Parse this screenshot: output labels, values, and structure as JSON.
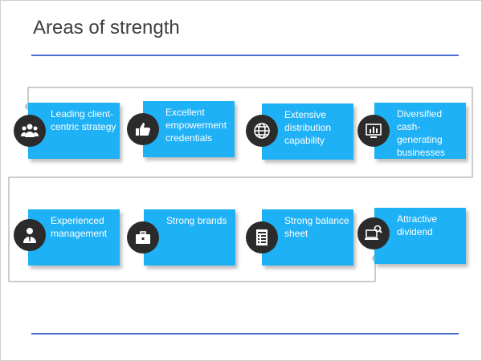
{
  "slide": {
    "title": "Areas of strength",
    "items": [
      {
        "label": "Leading client-centric strategy",
        "icon": "people-icon"
      },
      {
        "label": "Excellent empowerment credentials",
        "icon": "thumbs-up-icon"
      },
      {
        "label": "Extensive distribution capability",
        "icon": "globe-icon"
      },
      {
        "label": "Diversified cash-generating businesses",
        "icon": "bar-chart-monitor-icon"
      },
      {
        "label": "Experienced management",
        "icon": "businessman-icon"
      },
      {
        "label": "Strong brands",
        "icon": "briefcase-icon"
      },
      {
        "label": "Strong balance sheet",
        "icon": "ledger-icon"
      },
      {
        "label": "Attractive dividend",
        "icon": "laptop-search-icon"
      }
    ],
    "colors": {
      "card": "#1fb1f5",
      "circle": "#2b2b2b",
      "rule": "#4a6fd0"
    }
  }
}
